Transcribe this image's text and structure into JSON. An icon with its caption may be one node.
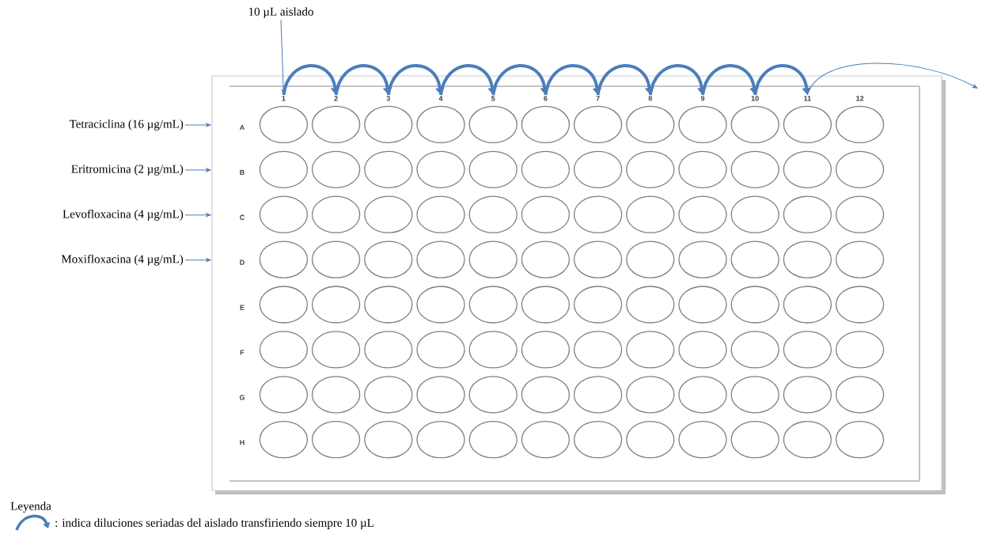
{
  "diagram": {
    "nodes": [
      {
        "text": [
          "10 µL aislado"
        ]
      },
      {
        "text": [
          "Tetraciclina (16 µg/mL)"
        ]
      },
      {
        "text": [
          "Eritromicina (2 µg/mL)"
        ]
      },
      {
        "text": [
          "Levofloxacina (4 µg/mL)"
        ]
      },
      {
        "text": [
          "Moxifloxacina (4 µg/mL)"
        ]
      },
      {
        "text": [],
        "shape": "box"
      },
      {
        "text": [
          "1"
        ],
        "in": 5
      },
      {
        "text": [
          "2"
        ],
        "in": 5
      },
      {
        "text": [
          "3"
        ],
        "in": 5
      },
      {
        "text": [
          "4"
        ],
        "in": 5
      },
      {
        "text": [
          "5"
        ],
        "in": 5
      },
      {
        "text": [
          "6"
        ],
        "in": 5
      },
      {
        "text": [
          "7"
        ],
        "in": 5
      },
      {
        "text": [
          "8"
        ],
        "in": 5
      },
      {
        "text": [
          "9"
        ],
        "in": 5
      },
      {
        "text": [
          "10"
        ],
        "in": 5
      },
      {
        "text": [
          "11"
        ],
        "in": 5
      },
      {
        "text": [
          "12"
        ],
        "in": 5
      },
      {
        "text": [],
        "shape": "circle",
        "in": 5
      },
      {
        "text": [],
        "shape": "circle",
        "in": 5
      },
      {
        "text": [],
        "shape": "circle",
        "in": 5
      },
      {
        "text": [],
        "shape": "circle",
        "in": 5
      },
      {
        "text": [],
        "shape": "circle",
        "in": 5
      },
      {
        "text": [],
        "shape": "circle",
        "in": 5
      },
      {
        "text": [],
        "shape": "circle",
        "in": 5
      },
      {
        "text": [],
        "shape": "circle",
        "in": 5
      },
      {
        "text": [],
        "shape": "circle",
        "in": 5
      },
      {
        "text": [],
        "shape": "circle",
        "in": 5
      },
      {
        "text": [],
        "shape": "circle",
        "in": 5
      },
      {
        "text": [],
        "shape": "circle",
        "in": 5
      },
      {
        "text": [],
        "shape": "circle",
        "in": 5
      },
      {
        "text": [],
        "shape": "circle",
        "in": 5
      },
      {
        "text": [],
        "shape": "circle",
        "in": 5
      },
      {
        "text": [],
        "shape": "circle",
        "in": 5
      },
      {
        "text": [],
        "shape": "circle",
        "in": 5
      },
      {
        "text": [],
        "shape": "circle",
        "in": 5
      },
      {
        "text": [],
        "shape": "circle",
        "in": 5
      },
      {
        "text": [],
        "shape": "circle",
        "in": 5
      },
      {
        "text": [],
        "shape": "circle",
        "in": 5
      },
      {
        "text": [],
        "shape": "circle",
        "in": 5
      },
      {
        "text": [],
        "shape": "circle",
        "in": 5
      },
      {
        "text": [],
        "shape": "circle",
        "in": 5
      },
      {
        "text": [],
        "shape": "circle",
        "in": 5
      },
      {
        "text": [],
        "shape": "circle",
        "in": 5
      },
      {
        "text": [],
        "shape": "circle",
        "in": 5
      },
      {
        "text": [],
        "shape": "circle",
        "in": 5
      },
      {
        "text": [],
        "shape": "circle",
        "in": 5
      },
      {
        "text": [],
        "shape": "circle",
        "in": 5
      },
      {
        "text": [],
        "shape": "circle",
        "in": 5
      },
      {
        "text": [],
        "shape": "circle",
        "in": 5
      },
      {
        "text": [],
        "shape": "circle",
        "in": 5
      },
      {
        "text": [],
        "shape": "circle",
        "in": 5
      },
      {
        "text": [],
        "shape": "circle",
        "in": 5
      },
      {
        "text": [],
        "shape": "circle",
        "in": 5
      },
      {
        "text": [],
        "shape": "circle",
        "in": 5
      },
      {
        "text": [],
        "shape": "circle",
        "in": 5
      },
      {
        "text": [],
        "shape": "circle",
        "in": 5
      },
      {
        "text": [],
        "shape": "circle",
        "in": 5
      },
      {
        "text": [],
        "shape": "circle",
        "in": 5
      },
      {
        "text": [],
        "shape": "circle",
        "in": 5
      },
      {
        "text": [],
        "shape": "circle",
        "in": 5
      },
      {
        "text": [],
        "shape": "circle",
        "in": 5
      },
      {
        "text": [],
        "shape": "circle",
        "in": 5
      },
      {
        "text": [],
        "shape": "circle",
        "in": 5
      },
      {
        "text": [],
        "shape": "circle",
        "in": 5
      },
      {
        "text": [],
        "shape": "circle",
        "in": 5
      },
      {
        "text": [],
        "shape": "circle",
        "in": 5
      },
      {
        "text": [],
        "shape": "circle",
        "in": 5
      },
      {
        "text": [],
        "shape": "circle",
        "in": 5
      },
      {
        "text": [],
        "shape": "circle",
        "in": 5
      },
      {
        "text": [],
        "shape": "circle",
        "in": 5
      },
      {
        "text": [],
        "shape": "circle",
        "in": 5
      },
      {
        "text": [],
        "shape": "circle",
        "in": 5
      },
      {
        "text": [],
        "shape": "circle",
        "in": 5
      },
      {
        "text": [],
        "shape": "circle",
        "in": 5
      },
      {
        "text": [],
        "shape": "circle",
        "in": 5
      },
      {
        "text": [],
        "shape": "circle",
        "in": 5
      },
      {
        "text": [],
        "shape": "circle",
        "in": 5
      },
      {
        "text": [],
        "shape": "circle",
        "in": 5
      },
      {
        "text": [],
        "shape": "circle",
        "in": 5
      },
      {
        "text": [],
        "shape": "circle",
        "in": 5
      },
      {
        "text": [],
        "shape": "circle",
        "in": 5
      },
      {
        "text": [],
        "shape": "circle",
        "in": 5
      },
      {
        "text": [],
        "shape": "circle",
        "in": 5
      },
      {
        "text": [],
        "shape": "circle",
        "in": 5
      },
      {
        "text": [],
        "shape": "circle",
        "in": 5
      },
      {
        "text": [],
        "shape": "circle",
        "in": 5
      },
      {
        "text": [],
        "shape": "circle",
        "in": 5
      },
      {
        "text": [],
        "shape": "circle",
        "in": 5
      },
      {
        "text": [],
        "shape": "circle",
        "in": 5
      },
      {
        "text": [],
        "shape": "circle",
        "in": 5
      },
      {
        "text": [],
        "shape": "circle",
        "in": 5
      },
      {
        "text": [],
        "shape": "circle",
        "in": 5
      },
      {
        "text": [],
        "shape": "circle",
        "in": 5
      },
      {
        "text": [],
        "shape": "circle",
        "in": 5
      },
      {
        "text": [],
        "shape": "circle",
        "in": 5
      },
      {
        "text": [],
        "shape": "circle",
        "in": 5
      },
      {
        "text": [],
        "shape": "circle",
        "in": 5
      },
      {
        "text": [],
        "shape": "circle",
        "in": 5
      },
      {
        "text": [],
        "shape": "circle",
        "in": 5
      },
      {
        "text": [],
        "shape": "circle",
        "in": 5
      },
      {
        "text": [],
        "shape": "circle",
        "in": 5
      },
      {
        "text": [],
        "shape": "circle",
        "in": 5
      },
      {
        "text": [],
        "shape": "circle",
        "in": 5
      },
      {
        "text": [],
        "shape": "circle",
        "in": 5
      },
      {
        "text": [],
        "shape": "circle",
        "in": 5
      },
      {
        "text": [],
        "shape": "circle",
        "in": 5
      },
      {
        "text": [],
        "shape": "circle",
        "in": 5
      },
      {
        "text": [],
        "shape": "circle",
        "in": 5
      },
      {
        "text": [],
        "shape": "circle",
        "in": 5
      },
      {
        "text": [],
        "shape": "circle",
        "in": 5
      },
      {
        "text": [],
        "shape": "circle",
        "in": 5
      },
      {
        "text": [],
        "shape": "circle",
        "in": 5
      },
      {
        "text": [],
        "shape": "circle",
        "in": 5
      }
    ],
    "edges": [
      {
        "from": 0,
        "to": 6,
        "arrow": "to"
      },
      {
        "from": 6,
        "to": 7,
        "arrow": "to"
      },
      {
        "from": 7,
        "to": 8,
        "arrow": "to"
      },
      {
        "from": 8,
        "to": 9,
        "arrow": "to"
      },
      {
        "from": 9,
        "to": 10,
        "arrow": "to"
      },
      {
        "from": 10,
        "to": 11,
        "arrow": "to"
      },
      {
        "from": 11,
        "to": 12,
        "arrow": "to"
      },
      {
        "from": 12,
        "to": 13,
        "arrow": "to"
      },
      {
        "from": 13,
        "to": 14,
        "arrow": "to"
      },
      {
        "from": 14,
        "to": 15,
        "arrow": "to"
      },
      {
        "from": 15,
        "to": 16,
        "arrow": "to"
      },
      {
        "from": 16,
        "to": null,
        "arrow": "to"
      },
      {
        "from": 1,
        "to": 5,
        "arrow": "to"
      },
      {
        "from": 2,
        "to": 5,
        "arrow": "to"
      },
      {
        "from": 3,
        "to": 5,
        "arrow": "to"
      },
      {
        "from": 4,
        "to": 5,
        "arrow": "to"
      }
    ],
    "labels": [
      "A",
      "B",
      "C",
      "D",
      "E",
      "F",
      "G",
      "H",
      "Leyenda"
    ],
    "legend": [
      {
        "text": ": indica diluciones seriadas del aislado transfiriendo siempre 10 µL"
      }
    ]
  }
}
